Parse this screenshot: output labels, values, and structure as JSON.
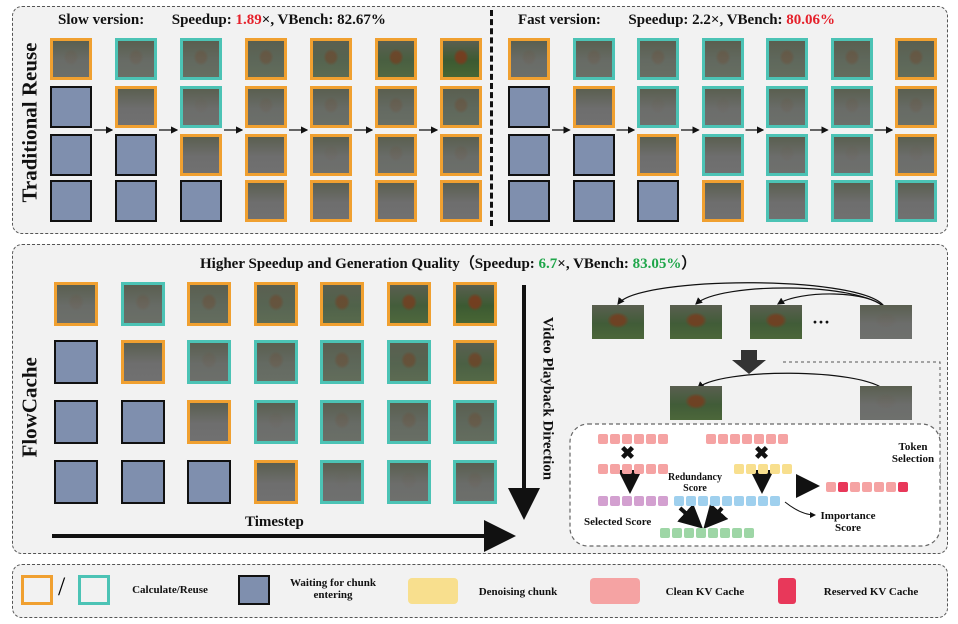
{
  "colors": {
    "calculate": "#f0a030",
    "reuse": "#4cc3b5",
    "waiting_fill": "#7f8fae",
    "waiting_border": "#111111",
    "denoising": "#f8df8e",
    "clean_kv": "#f5a3a3",
    "reserved_kv": "#e8385a",
    "red_text": "#e5202a",
    "green_text": "#1fa64a",
    "selected_score": "#d3a0d0",
    "redundancy_score": "#9fd0ee",
    "importance_score": "#9ed6a6"
  },
  "traditional": {
    "side_label": "Traditional Reuse",
    "slow": {
      "label": "Slow version:",
      "speedup_prefix": "Speedup: ",
      "speedup_value": "1.89",
      "speedup_suffix": "×, VBench: 82.67%"
    },
    "fast": {
      "label": "Fast version:",
      "speedup_prefix": "Speedup: 2.2×, VBench: ",
      "vbench_value": "80.06%"
    }
  },
  "flowcache": {
    "side_label": "FlowCache",
    "title_prefix": "Higher Speedup and Generation Quality（Speedup: ",
    "speedup_value": "6.7",
    "title_middle": "×, VBench: ",
    "vbench_value": "83.05%",
    "title_suffix": "）",
    "timestep_label": "Timestep",
    "playback_label": "Video Playback Direction",
    "ellipsis": "···",
    "redundancy_score": "Redundancy Score",
    "selected_score": "Selected Score",
    "importance_score": "Importance Score",
    "token_selection": "Token Selection"
  },
  "legend": {
    "slash": "/",
    "calculate_reuse": "Calculate/Reuse",
    "waiting": "Waiting for chunk entering",
    "denoising": "Denoising chunk",
    "clean_kv": "Clean KV Cache",
    "reserved_kv": "Reserved KV Cache"
  }
}
